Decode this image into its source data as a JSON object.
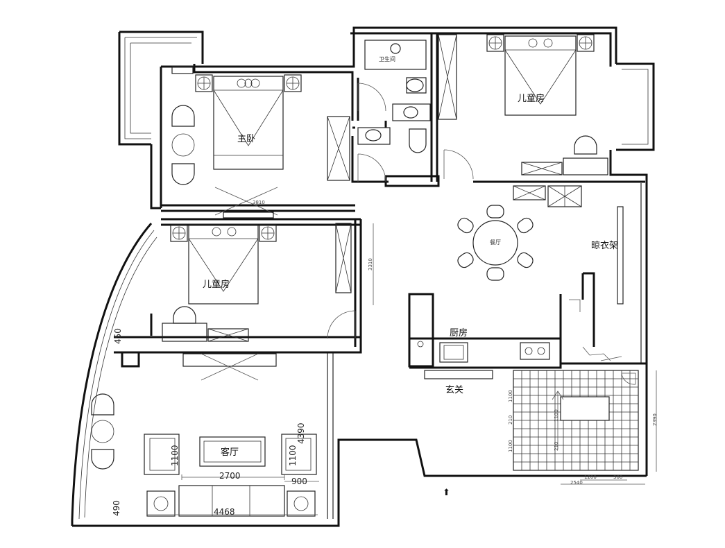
{
  "rooms": {
    "master_bedroom": "主卧",
    "kids_room_1": "儿童房",
    "kids_room_2": "儿童房",
    "living_room": "客厅",
    "kitchen": "厨房",
    "entrance": "玄关",
    "balcony_laundry": "晾衣架",
    "bathroom_label": "卫生间",
    "dining_label": "餐厅"
  },
  "dimensions": {
    "living_width": "2700",
    "living_depth": "4390",
    "sofa_len": "4468",
    "chair_d1": "1100",
    "chair_d2": "1100",
    "side_w": "900",
    "wall_450": "450",
    "wall_490": "490",
    "corridor": "3810",
    "kids_depth": "3310",
    "stair_1": "1100",
    "stair_2": "210",
    "stair_3": "1100",
    "stair_4": "1100",
    "stair_5": "210",
    "stair_6": "2390",
    "bottom_1": "1200",
    "bottom_2": "300",
    "bottom_3": "2540"
  },
  "symbols": {
    "entry_arrow": "⬆"
  }
}
